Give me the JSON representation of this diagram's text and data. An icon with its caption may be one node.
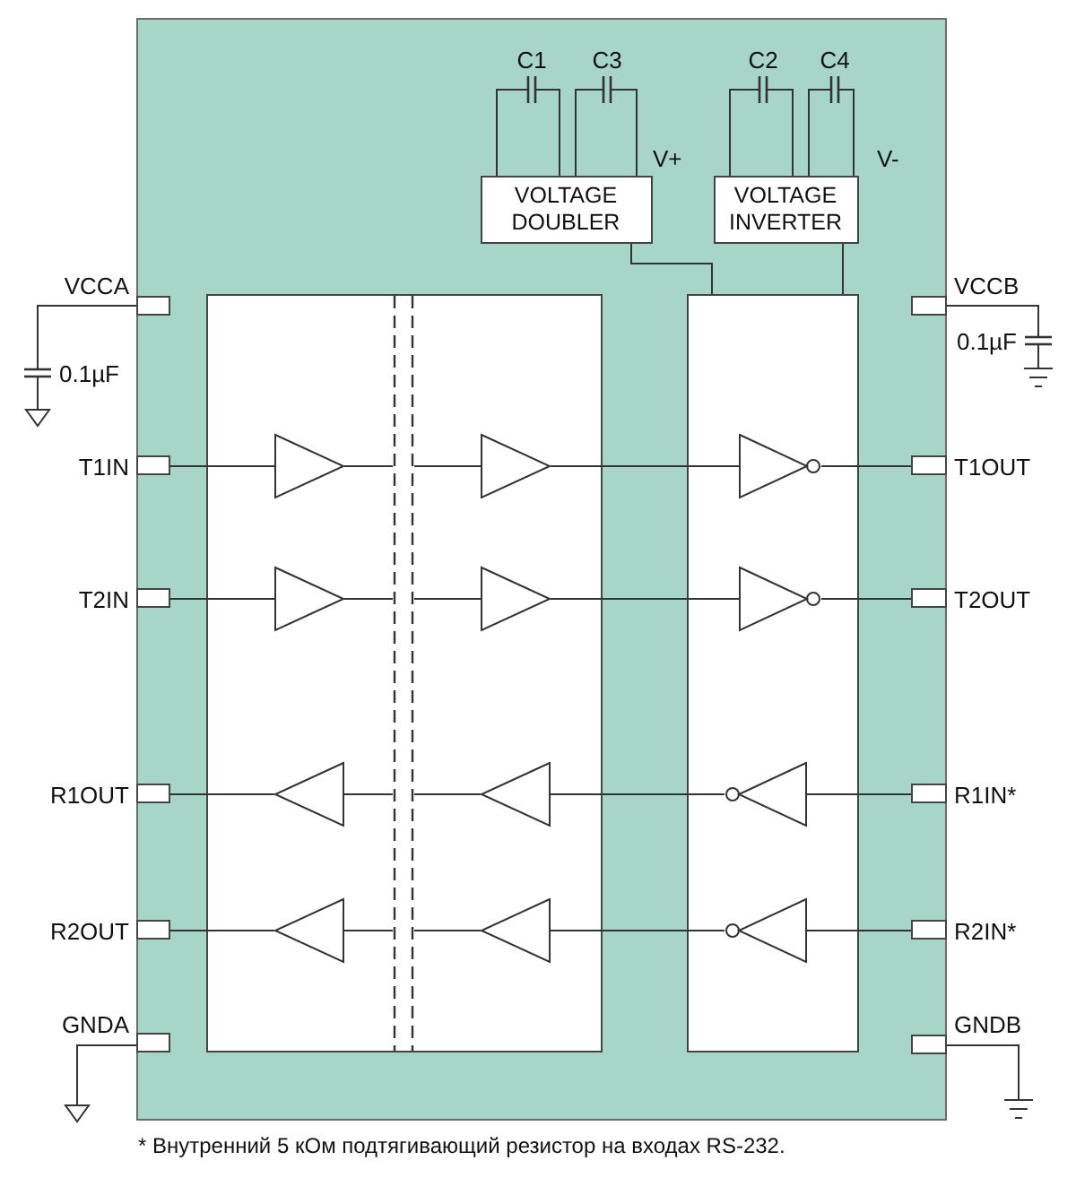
{
  "diagram": {
    "caption": "* Внутренний 5 кОм подтягивающий резистор на входах RS-232.",
    "nodes": [
      {
        "text": [],
        "shape": "box"
      },
      {
        "text": [],
        "shape": "capacitor",
        "beside": [
          "C1"
        ],
        "in": 0
      },
      {
        "text": [],
        "shape": "capacitor",
        "beside": [
          "C3"
        ],
        "in": 0
      },
      {
        "text": [],
        "shape": "capacitor",
        "beside": [
          "C2"
        ],
        "in": 0
      },
      {
        "text": [],
        "shape": "capacitor",
        "beside": [
          "C4"
        ],
        "in": 0
      },
      {
        "text": [
          "VOLTAGE DOUBLER"
        ],
        "in": 0
      },
      {
        "text": [
          "VOLTAGE INVERTER"
        ],
        "in": 0
      },
      {
        "text": [],
        "shape": "box",
        "beside": [
          "VCCA"
        ],
        "in": 0
      },
      {
        "text": [],
        "shape": "capacitor",
        "beside": [
          "0.1µF"
        ]
      },
      {
        "text": [],
        "shape": "ground"
      },
      {
        "text": [],
        "shape": "box",
        "beside": [
          "VCCB"
        ],
        "in": 0
      },
      {
        "text": [],
        "shape": "capacitor",
        "beside": [
          "0.1µF"
        ]
      },
      {
        "text": [],
        "shape": "ground"
      },
      {
        "text": [],
        "shape": "box",
        "in": 0
      },
      {
        "text": [],
        "shape": "box",
        "in": 0
      },
      {
        "text": [],
        "shape": "box",
        "beside": [
          "T1IN"
        ],
        "in": 0
      },
      {
        "text": [],
        "shape": "triangle",
        "in": 13
      },
      {
        "text": [],
        "shape": "triangle",
        "in": 13
      },
      {
        "text": [],
        "shape": "triangle",
        "in": 14
      },
      {
        "text": [],
        "shape": "box",
        "beside": [
          "T1OUT"
        ],
        "in": 0
      },
      {
        "text": [],
        "shape": "box",
        "beside": [
          "T2IN"
        ],
        "in": 0
      },
      {
        "text": [],
        "shape": "triangle",
        "in": 13
      },
      {
        "text": [],
        "shape": "triangle",
        "in": 13
      },
      {
        "text": [],
        "shape": "triangle",
        "in": 14
      },
      {
        "text": [],
        "shape": "box",
        "beside": [
          "T2OUT"
        ],
        "in": 0
      },
      {
        "text": [],
        "shape": "box",
        "beside": [
          "R1OUT"
        ],
        "in": 0
      },
      {
        "text": [],
        "shape": "triangle",
        "in": 13
      },
      {
        "text": [],
        "shape": "triangle",
        "in": 13
      },
      {
        "text": [],
        "shape": "triangle",
        "in": 14
      },
      {
        "text": [],
        "shape": "box",
        "beside": [
          "R1IN*"
        ],
        "in": 0
      },
      {
        "text": [],
        "shape": "box",
        "beside": [
          "R2OUT"
        ],
        "in": 0
      },
      {
        "text": [],
        "shape": "triangle",
        "in": 13
      },
      {
        "text": [],
        "shape": "triangle",
        "in": 13
      },
      {
        "text": [],
        "shape": "triangle",
        "in": 14
      },
      {
        "text": [],
        "shape": "box",
        "beside": [
          "R2IN*"
        ],
        "in": 0
      },
      {
        "text": [],
        "shape": "box",
        "beside": [
          "GNDA"
        ],
        "in": 0
      },
      {
        "text": [],
        "shape": "ground"
      },
      {
        "text": [],
        "shape": "box",
        "beside": [
          "GNDB"
        ],
        "in": 0
      },
      {
        "text": [],
        "shape": "ground"
      },
      {
        "text": [],
        "shape": "bar",
        "in": 13
      }
    ],
    "edges": [
      {
        "from": 1,
        "to": 5,
        "arrow": "none"
      },
      {
        "from": 1,
        "to": 5,
        "arrow": "none"
      },
      {
        "from": 2,
        "to": 5,
        "arrow": "none"
      },
      {
        "from": 2,
        "to": 5,
        "arrow": "none"
      },
      {
        "from": 3,
        "to": 6,
        "arrow": "none"
      },
      {
        "from": 3,
        "to": 6,
        "arrow": "none"
      },
      {
        "from": 4,
        "to": 6,
        "arrow": "none"
      },
      {
        "from": 4,
        "to": 6,
        "arrow": "none"
      },
      {
        "from": 5,
        "to": 14,
        "arrow": "none"
      },
      {
        "from": 6,
        "to": 14,
        "arrow": "none"
      },
      {
        "from": 7,
        "to": 8,
        "arrow": "none"
      },
      {
        "from": 8,
        "to": 9,
        "arrow": "none"
      },
      {
        "from": 10,
        "to": 11,
        "arrow": "none"
      },
      {
        "from": 11,
        "to": 12,
        "arrow": "none"
      },
      {
        "from": 15,
        "to": 16,
        "arrow": "none"
      },
      {
        "from": 16,
        "to": 39,
        "arrow": "none"
      },
      {
        "from": 39,
        "to": 17,
        "arrow": "none"
      },
      {
        "from": 17,
        "to": 18,
        "arrow": "none"
      },
      {
        "from": 18,
        "to": 19,
        "arrow": "none"
      },
      {
        "from": 20,
        "to": 21,
        "arrow": "none"
      },
      {
        "from": 21,
        "to": 39,
        "arrow": "none"
      },
      {
        "from": 39,
        "to": 22,
        "arrow": "none"
      },
      {
        "from": 22,
        "to": 23,
        "arrow": "none"
      },
      {
        "from": 23,
        "to": 24,
        "arrow": "none"
      },
      {
        "from": 29,
        "to": 28,
        "arrow": "none"
      },
      {
        "from": 28,
        "to": 27,
        "arrow": "none"
      },
      {
        "from": 27,
        "to": 39,
        "arrow": "none"
      },
      {
        "from": 39,
        "to": 26,
        "arrow": "none"
      },
      {
        "from": 26,
        "to": 25,
        "arrow": "none"
      },
      {
        "from": 34,
        "to": 33,
        "arrow": "none"
      },
      {
        "from": 33,
        "to": 32,
        "arrow": "none"
      },
      {
        "from": 32,
        "to": 39,
        "arrow": "none"
      },
      {
        "from": 39,
        "to": 31,
        "arrow": "none"
      },
      {
        "from": 31,
        "to": 30,
        "arrow": "none"
      },
      {
        "from": 35,
        "to": 36,
        "arrow": "none"
      },
      {
        "from": 37,
        "to": 38,
        "arrow": "none"
      }
    ],
    "labels": [
      "V+",
      "V-"
    ]
  }
}
